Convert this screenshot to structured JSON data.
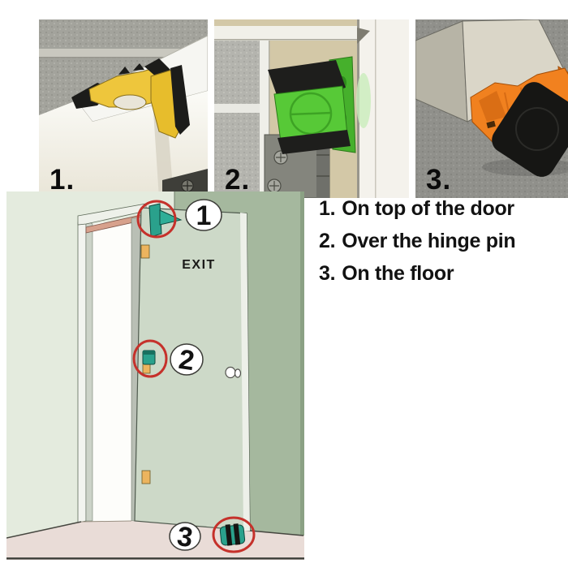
{
  "photos": [
    {
      "label": "1.",
      "stopper_color": "#eec63c",
      "rubber_color": "#1c1c1a"
    },
    {
      "label": "2.",
      "stopper_color": "#57c937",
      "rubber_color": "#1e1e1c"
    },
    {
      "label": "3.",
      "stopper_color": "#f1811f",
      "rubber_color": "#161614"
    }
  ],
  "diagram": {
    "exit_label": "EXIT",
    "badges": [
      {
        "number": "1"
      },
      {
        "number": "2"
      },
      {
        "number": "3"
      }
    ],
    "colors": {
      "left_wall": "#e4ebde",
      "right_wall": "#a5b89e",
      "right_wall_edge": "#8ba184",
      "door": "#cdd9c8",
      "floor": "#e9dcd7",
      "frame": "#f2f4ef",
      "door_seal": "#d7a18c",
      "ring": "#c5312b",
      "stopper": "#2aa18c",
      "hinge": "#ecb45e"
    }
  },
  "instructions": [
    {
      "number": "1.",
      "text": "On top of the door"
    },
    {
      "number": "2.",
      "text": "Over the hinge pin"
    },
    {
      "number": "3.",
      "text": "On the floor"
    }
  ]
}
